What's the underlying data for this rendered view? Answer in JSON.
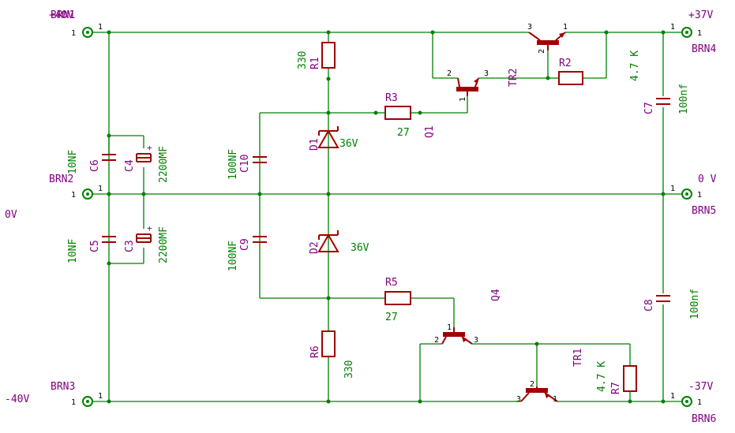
{
  "connectors": {
    "brn1": "BRN1",
    "brn2": "BRN2",
    "brn3": "BRN3",
    "brn4": "BRN4",
    "brn5": "BRN5",
    "brn6": "BRN6"
  },
  "rails": {
    "plus40": "+40V",
    "zero_left": "0V",
    "minus40": "-40V",
    "plus37": "+37V",
    "zero_right": "0  V",
    "minus37": "-37V"
  },
  "components": {
    "r1": {
      "name": "R1",
      "value": "330"
    },
    "r2": {
      "name": "R2",
      "value": "4.7 K"
    },
    "r3": {
      "name": "R3",
      "value": "27"
    },
    "r5": {
      "name": "R5",
      "value": "27"
    },
    "r6": {
      "name": "R6",
      "value": "330"
    },
    "r7": {
      "name": "R7",
      "value": "4.7 K"
    },
    "c3": {
      "name": "C3",
      "value": "2200MF"
    },
    "c4": {
      "name": "C4",
      "value": "2200MF"
    },
    "c5": {
      "name": "C5",
      "value": "10NF"
    },
    "c6": {
      "name": "C6",
      "value": "10NF"
    },
    "c7": {
      "name": "C7",
      "value": "100nf"
    },
    "c8": {
      "name": "C8",
      "value": "100nf"
    },
    "c9": {
      "name": "C9",
      "value": "100NF"
    },
    "c10": {
      "name": "C10",
      "value": "100NF"
    },
    "d1": {
      "name": "D1",
      "value": "36V"
    },
    "d2": {
      "name": "D2",
      "value": "36V"
    },
    "q1": {
      "name": "Q1"
    },
    "q4": {
      "name": "Q4"
    },
    "tr1": {
      "name": "TR1"
    },
    "tr2": {
      "name": "TR2"
    }
  },
  "pins": {
    "p1": "1",
    "p2": "2",
    "p3": "3",
    "plus": "+"
  },
  "colors": {
    "wire": "#008000",
    "part": "#a00000",
    "label": "#800080",
    "value": "#008000"
  }
}
